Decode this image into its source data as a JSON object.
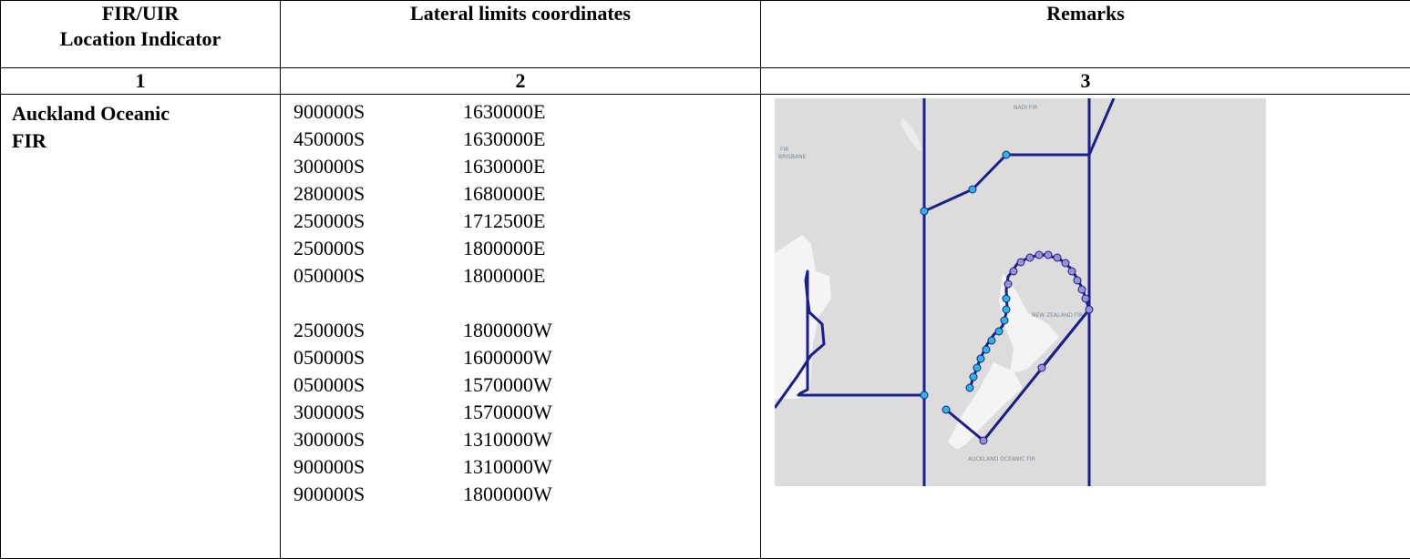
{
  "table": {
    "headers": {
      "col1": [
        "FIR/UIR",
        "Location Indicator"
      ],
      "col2": "Lateral limits coordinates",
      "col3": "Remarks"
    },
    "col_numbers": [
      "1",
      "2",
      "3"
    ],
    "row": {
      "fir_name": [
        "Auckland Oceanic",
        "FIR"
      ],
      "coordinates_group1": [
        {
          "lat": "900000S",
          "lon": "1630000E"
        },
        {
          "lat": "450000S",
          "lon": "1630000E"
        },
        {
          "lat": "300000S",
          "lon": "1630000E"
        },
        {
          "lat": "280000S",
          "lon": "1680000E"
        },
        {
          "lat": "250000S",
          "lon": "1712500E"
        },
        {
          "lat": "250000S",
          "lon": "1800000E"
        },
        {
          "lat": "050000S",
          "lon": "1800000E"
        }
      ],
      "coordinates_group2": [
        {
          "lat": "250000S",
          "lon": "1800000W"
        },
        {
          "lat": "050000S",
          "lon": "1600000W"
        },
        {
          "lat": "050000S",
          "lon": "1570000W"
        },
        {
          "lat": "300000S",
          "lon": "1570000W"
        },
        {
          "lat": "300000S",
          "lon": "1310000W"
        },
        {
          "lat": "900000S",
          "lon": "1310000W"
        },
        {
          "lat": "900000S",
          "lon": "1800000W"
        }
      ]
    }
  },
  "map": {
    "colors": {
      "background": "#dcdcdc",
      "land": "#f4f4f4",
      "boundary": "#1a1f8c",
      "vertex": "#29b6e0",
      "arc_vertex": "#9b8fd6"
    }
  }
}
